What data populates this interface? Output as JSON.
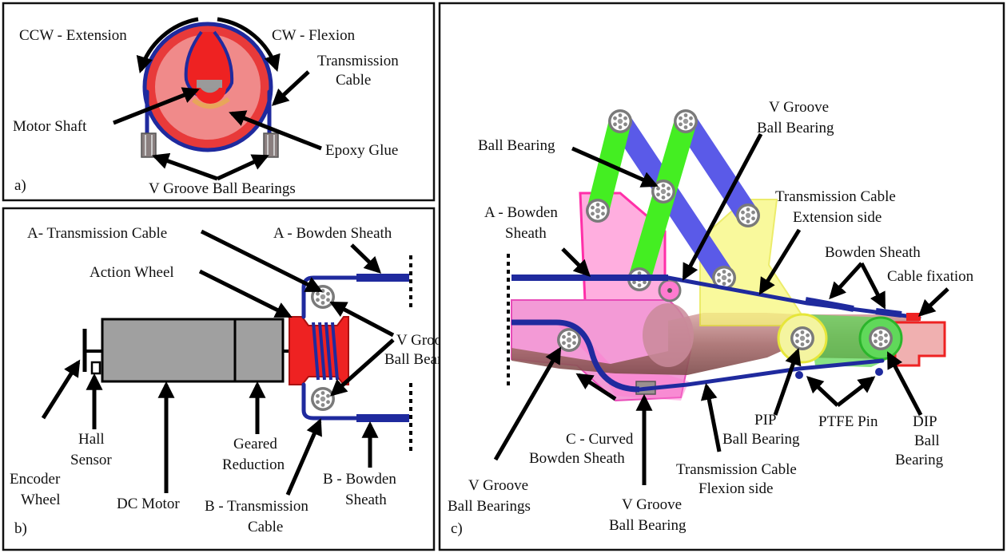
{
  "panel_a": {
    "tag": "a)",
    "labels": {
      "ccw": "CCW - Extension",
      "cw": "CW - Flexion",
      "transmission_1": "Transmission",
      "transmission_2": "Cable",
      "motor_shaft": "Motor Shaft",
      "epoxy": "Epoxy Glue",
      "vgroove": "V Groove Ball Bearings"
    }
  },
  "panel_b": {
    "tag": "b)",
    "labels": {
      "a_cable": "A- Transmission Cable",
      "a_bowden": "A - Bowden Sheath",
      "action_wheel": "Action Wheel",
      "vgroove_1": "V Groove",
      "vgroove_2": "Ball Bearings",
      "encoder_1": "Encoder",
      "encoder_2": "Wheel",
      "hall_1": "Hall",
      "hall_2": "Sensor",
      "dc_motor": "DC Motor",
      "geared_1": "Geared",
      "geared_2": "Reduction",
      "b_cable_1": "B - Transmission",
      "b_cable_2": "Cable",
      "b_bowden_1": "B - Bowden",
      "b_bowden_2": "Sheath"
    }
  },
  "panel_c": {
    "tag": "c)",
    "labels": {
      "vgroove_top_1": "V Groove",
      "vgroove_top_2": "Ball Bearing",
      "ball_bearing": "Ball Bearing",
      "a_bowden_1": "A - Bowden",
      "a_bowden_2": "Sheath",
      "tc_ext_1": "Transmission Cable",
      "tc_ext_2": "Extension side",
      "bowden_sheath": "Bowden Sheath",
      "cable_fixation": "Cable fixation",
      "c_curved_1": "C - Curved",
      "c_curved_2": "Bowden Sheath",
      "vgroove_bl_1": "V Groove",
      "vgroove_bl_2": "Ball Bearings",
      "vgroove_bm_1": "V Groove",
      "vgroove_bm_2": "Ball Bearing",
      "tc_flex_1": "Transmission Cable",
      "tc_flex_2": "Flexion side",
      "pip_1": "PIP",
      "pip_2": "Ball Bearing",
      "ptfe": "PTFE Pin",
      "dip_1": "DIP",
      "dip_2": "Ball",
      "dip_3": "Bearing"
    }
  },
  "colors": {
    "cable": "#1f2a9e",
    "wheel_red": "#ee2222",
    "linkage_green": "#44ee22",
    "linkage_blue": "#5a5ae8",
    "sheath_pink": "#ff7ad0",
    "yellow": "#f4f47a",
    "finger": "#b07a7a"
  }
}
